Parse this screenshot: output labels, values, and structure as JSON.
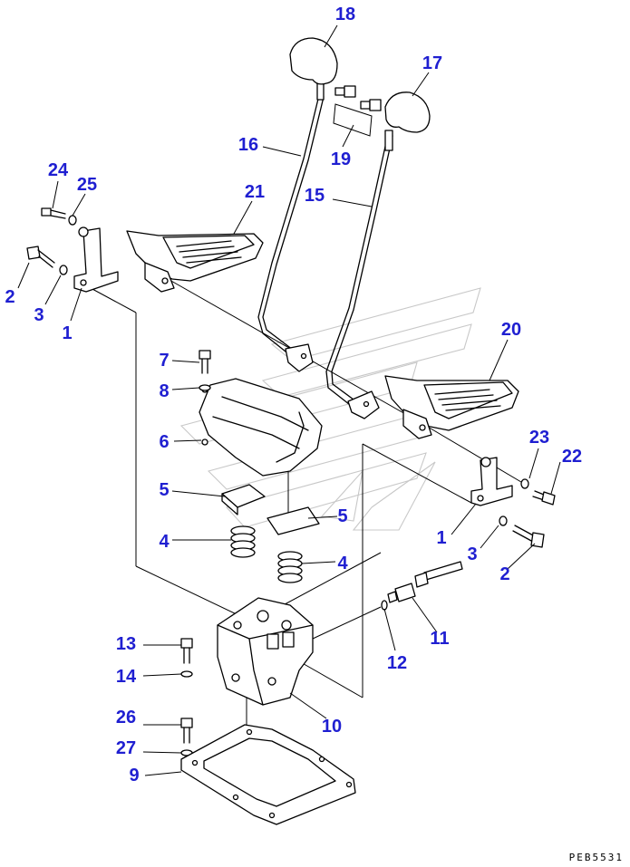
{
  "diagram": {
    "callouts": [
      {
        "id": "c18",
        "label": "18"
      },
      {
        "id": "c17",
        "label": "17"
      },
      {
        "id": "c16",
        "label": "16"
      },
      {
        "id": "c19",
        "label": "19"
      },
      {
        "id": "c24",
        "label": "24"
      },
      {
        "id": "c25",
        "label": "25"
      },
      {
        "id": "c21",
        "label": "21"
      },
      {
        "id": "c15",
        "label": "15"
      },
      {
        "id": "c2a",
        "label": "2"
      },
      {
        "id": "c3a",
        "label": "3"
      },
      {
        "id": "c1a",
        "label": "1"
      },
      {
        "id": "c20",
        "label": "20"
      },
      {
        "id": "c7",
        "label": "7"
      },
      {
        "id": "c8",
        "label": "8"
      },
      {
        "id": "c6",
        "label": "6"
      },
      {
        "id": "c23",
        "label": "23"
      },
      {
        "id": "c22",
        "label": "22"
      },
      {
        "id": "c5a",
        "label": "5"
      },
      {
        "id": "c5b",
        "label": "5"
      },
      {
        "id": "c1b",
        "label": "1"
      },
      {
        "id": "c4a",
        "label": "4"
      },
      {
        "id": "c3b",
        "label": "3"
      },
      {
        "id": "c4b",
        "label": "4"
      },
      {
        "id": "c2b",
        "label": "2"
      },
      {
        "id": "c11",
        "label": "11"
      },
      {
        "id": "c13",
        "label": "13"
      },
      {
        "id": "c12",
        "label": "12"
      },
      {
        "id": "c14",
        "label": "14"
      },
      {
        "id": "c26",
        "label": "26"
      },
      {
        "id": "c10",
        "label": "10"
      },
      {
        "id": "c27",
        "label": "27"
      },
      {
        "id": "c9",
        "label": "9"
      }
    ],
    "drawing_code": "PEB5531",
    "colors": {
      "callout": "#1f1fd1",
      "line": "#000000",
      "watermark": "#c8c8c8"
    }
  }
}
